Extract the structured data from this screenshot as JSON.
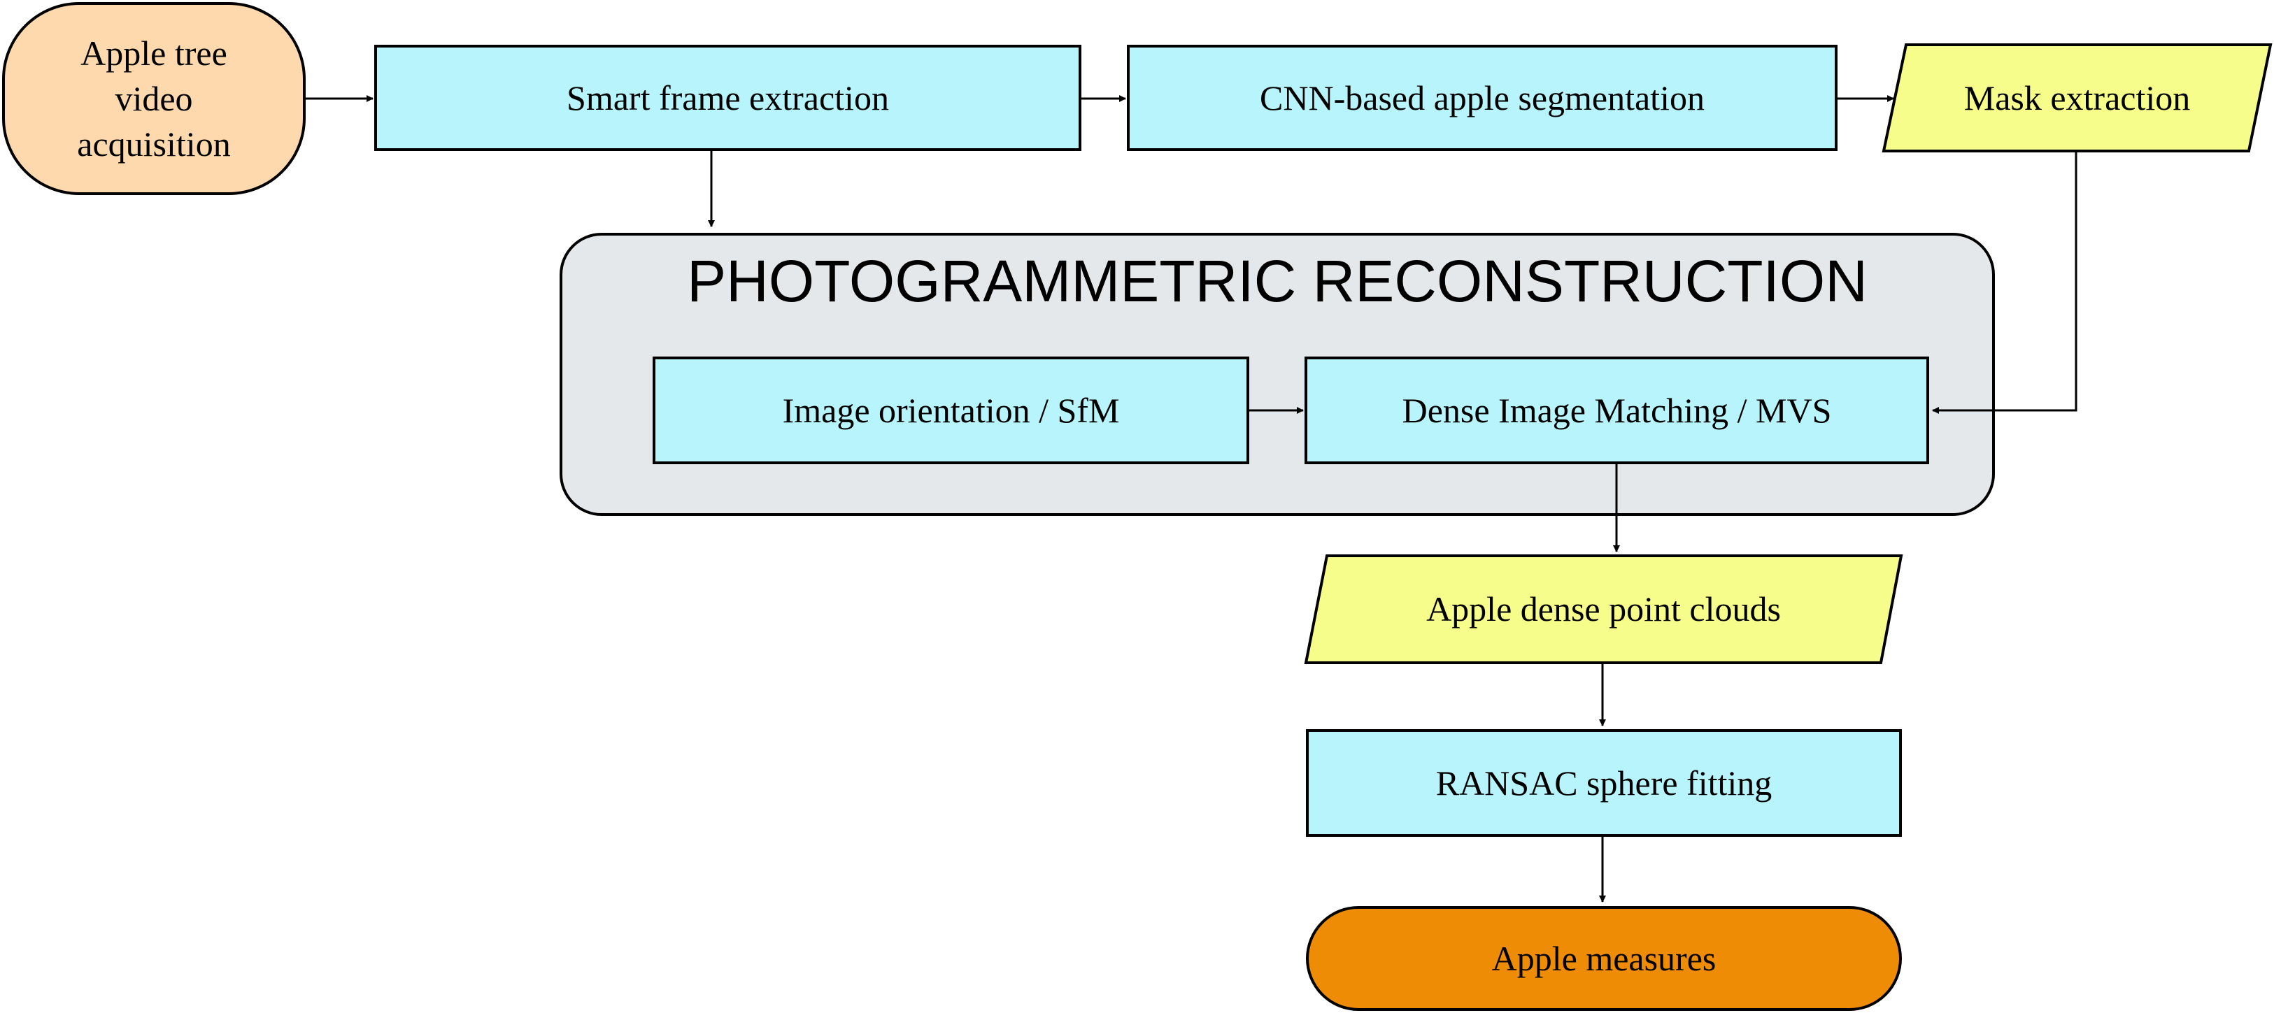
{
  "nodes": {
    "video_acquisition": {
      "label": "Apple tree\nvideo\nacquisition"
    },
    "frame_extraction": {
      "label": "Smart frame extraction"
    },
    "segmentation": {
      "label": "CNN-based apple segmentation"
    },
    "mask_extraction": {
      "label": "Mask extraction"
    },
    "reconstruction": {
      "title": "PHOTOGRAMMETRIC RECONSTRUCTION"
    },
    "image_orientation": {
      "label": "Image orientation / SfM"
    },
    "dense_matching": {
      "label": "Dense Image Matching / MVS"
    },
    "point_clouds": {
      "label": "Apple dense point clouds"
    },
    "sphere_fitting": {
      "label": "RANSAC sphere fitting"
    },
    "apple_measures": {
      "label": "Apple measures"
    }
  },
  "colors": {
    "process_fill": "#b8f4fb",
    "io_fill": "#f7fd8a",
    "start_fill": "#fdd9ad",
    "end_fill": "#ee8c06",
    "group_fill": "#e4e8ea",
    "stroke": "#000000"
  }
}
